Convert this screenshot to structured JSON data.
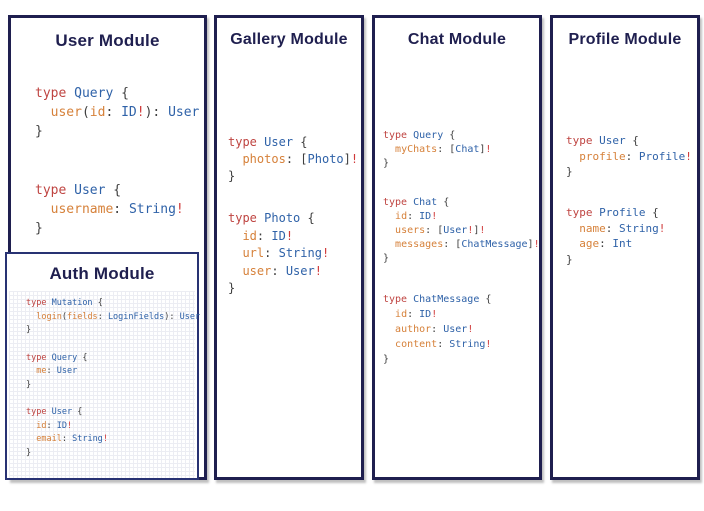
{
  "colors": {
    "navy": "#1f1f4f",
    "authBorder": "#283273",
    "keyword": "#bf4441",
    "type": "#2f62a8",
    "field": "#d6813a",
    "punctuation": "#3f3f3f",
    "bang": "#d03a3a"
  },
  "panels": [
    {
      "title": "User Module",
      "blocks": [
        [
          "type Query {",
          "  user(id: ID!): User",
          "}"
        ],
        [
          "type User {",
          "  username: String!",
          "}"
        ]
      ]
    },
    {
      "title": "Gallery Module",
      "blocks": [
        [
          "type User {",
          "  photos: [Photo]!",
          "}"
        ],
        [
          "type Photo {",
          "  id: ID!",
          "  url: String!",
          "  user: User!",
          "}"
        ]
      ]
    },
    {
      "title": "Chat Module",
      "blocks": [
        [
          "type Query {",
          "  myChats: [Chat]!",
          "}"
        ],
        [
          "type Chat {",
          "  id: ID!",
          "  users: [User!]!",
          "  messages: [ChatMessage]!",
          "}"
        ],
        [
          "type ChatMessage {",
          "  id: ID!",
          "  author: User!",
          "  content: String!",
          "}"
        ]
      ]
    },
    {
      "title": "Profile Module",
      "blocks": [
        [
          "type User {",
          "  profile: Profile!",
          "}"
        ],
        [
          "type Profile {",
          "  name: String!",
          "  age: Int",
          "}"
        ]
      ]
    }
  ],
  "auth": {
    "title": "Auth Module",
    "blocks": [
      [
        "type Mutation {",
        "  login(fields: LoginFields): User",
        "}"
      ],
      [
        "type Query {",
        "  me: User",
        "}"
      ],
      [
        "type User {",
        "  id: ID!",
        "  email: String!",
        "}"
      ]
    ]
  }
}
